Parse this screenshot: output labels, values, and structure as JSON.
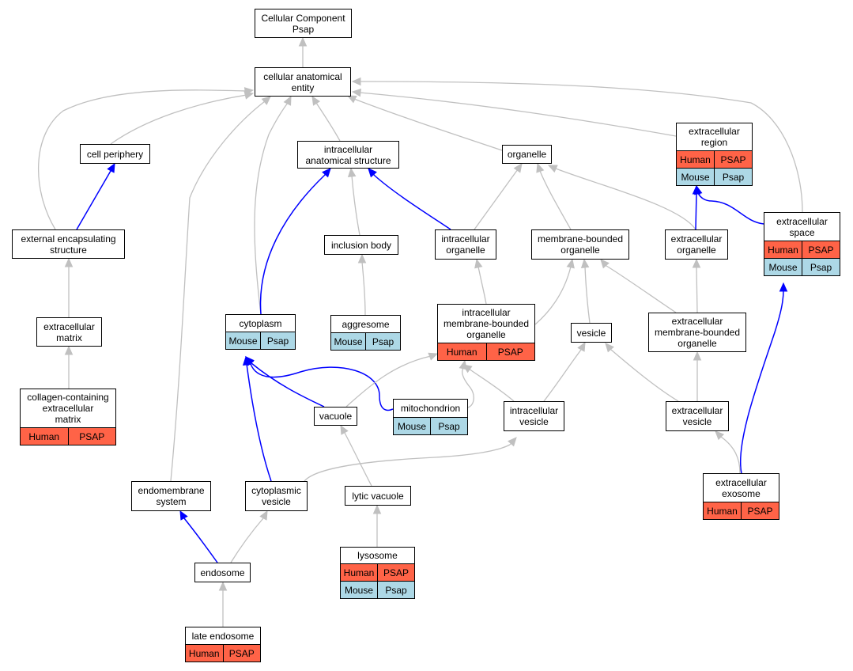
{
  "nodes": {
    "root": "Cellular Component\nPsap",
    "cae": "cellular anatomical\nentity",
    "cp": "cell periphery",
    "ias": "intracellular\nanatomical structure",
    "org": "organelle",
    "er": "extracellular\nregion",
    "es": "extracellular\nspace",
    "ees": "external encapsulating\nstructure",
    "ib": "inclusion body",
    "io": "intracellular\norganelle",
    "mbo": "membrane-bounded\norganelle",
    "eo": "extracellular\norganelle",
    "em": "extracellular\nmatrix",
    "cyto": "cytoplasm",
    "agg": "aggresome",
    "imbo": "intracellular\nmembrane-bounded\norganelle",
    "ves": "vesicle",
    "embo": "extracellular\nmembrane-bounded\norganelle",
    "ccem": "collagen-containing\nextracellular\nmatrix",
    "vac": "vacuole",
    "mito": "mitochondrion",
    "iv": "intracellular\nvesicle",
    "ev": "extracellular\nvesicle",
    "ems": "endomembrane\nsystem",
    "cv": "cytoplasmic\nvesicle",
    "lv": "lytic vacuole",
    "exo": "extracellular\nexosome",
    "endo": "endosome",
    "lyso": "lysosome",
    "le": "late endosome"
  },
  "annotations": {
    "human": {
      "species": "Human",
      "gene": "PSAP",
      "color": "#ff6347"
    },
    "mouse": {
      "species": "Mouse",
      "gene": "Psap",
      "color": "#add8e6"
    }
  },
  "edge_colors": {
    "default": "#c0c0c0",
    "highlight": "#0000ff"
  }
}
